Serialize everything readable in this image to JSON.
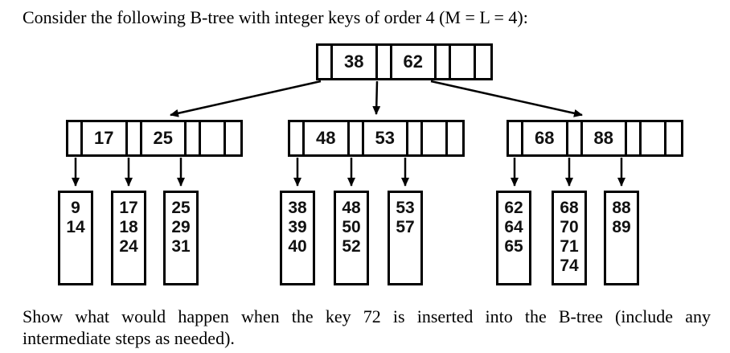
{
  "title_text": "Consider the following B-tree with integer keys of order 4 (M = L = 4):",
  "question": {
    "line1": "Show what would happen when the key 72 is inserted into the B-tree (include any",
    "line2": "intermediate steps as needed)."
  },
  "colors": {
    "ink": "#000000",
    "background": "#ffffff"
  },
  "tree": {
    "order_note": "M = L = 4",
    "root": {
      "keys": [
        "38",
        "62"
      ]
    },
    "internal_nodes": [
      {
        "keys": [
          "17",
          "25"
        ]
      },
      {
        "keys": [
          "48",
          "53"
        ]
      },
      {
        "keys": [
          "68",
          "88"
        ]
      }
    ],
    "leaves": [
      {
        "keys": [
          "9",
          "14"
        ]
      },
      {
        "keys": [
          "17",
          "18",
          "24"
        ]
      },
      {
        "keys": [
          "25",
          "29",
          "31"
        ]
      },
      {
        "keys": [
          "38",
          "39",
          "40"
        ]
      },
      {
        "keys": [
          "48",
          "50",
          "52"
        ]
      },
      {
        "keys": [
          "53",
          "57"
        ]
      },
      {
        "keys": [
          "62",
          "64",
          "65"
        ]
      },
      {
        "keys": [
          "68",
          "70",
          "71",
          "74"
        ]
      },
      {
        "keys": [
          "88",
          "89"
        ]
      }
    ]
  }
}
